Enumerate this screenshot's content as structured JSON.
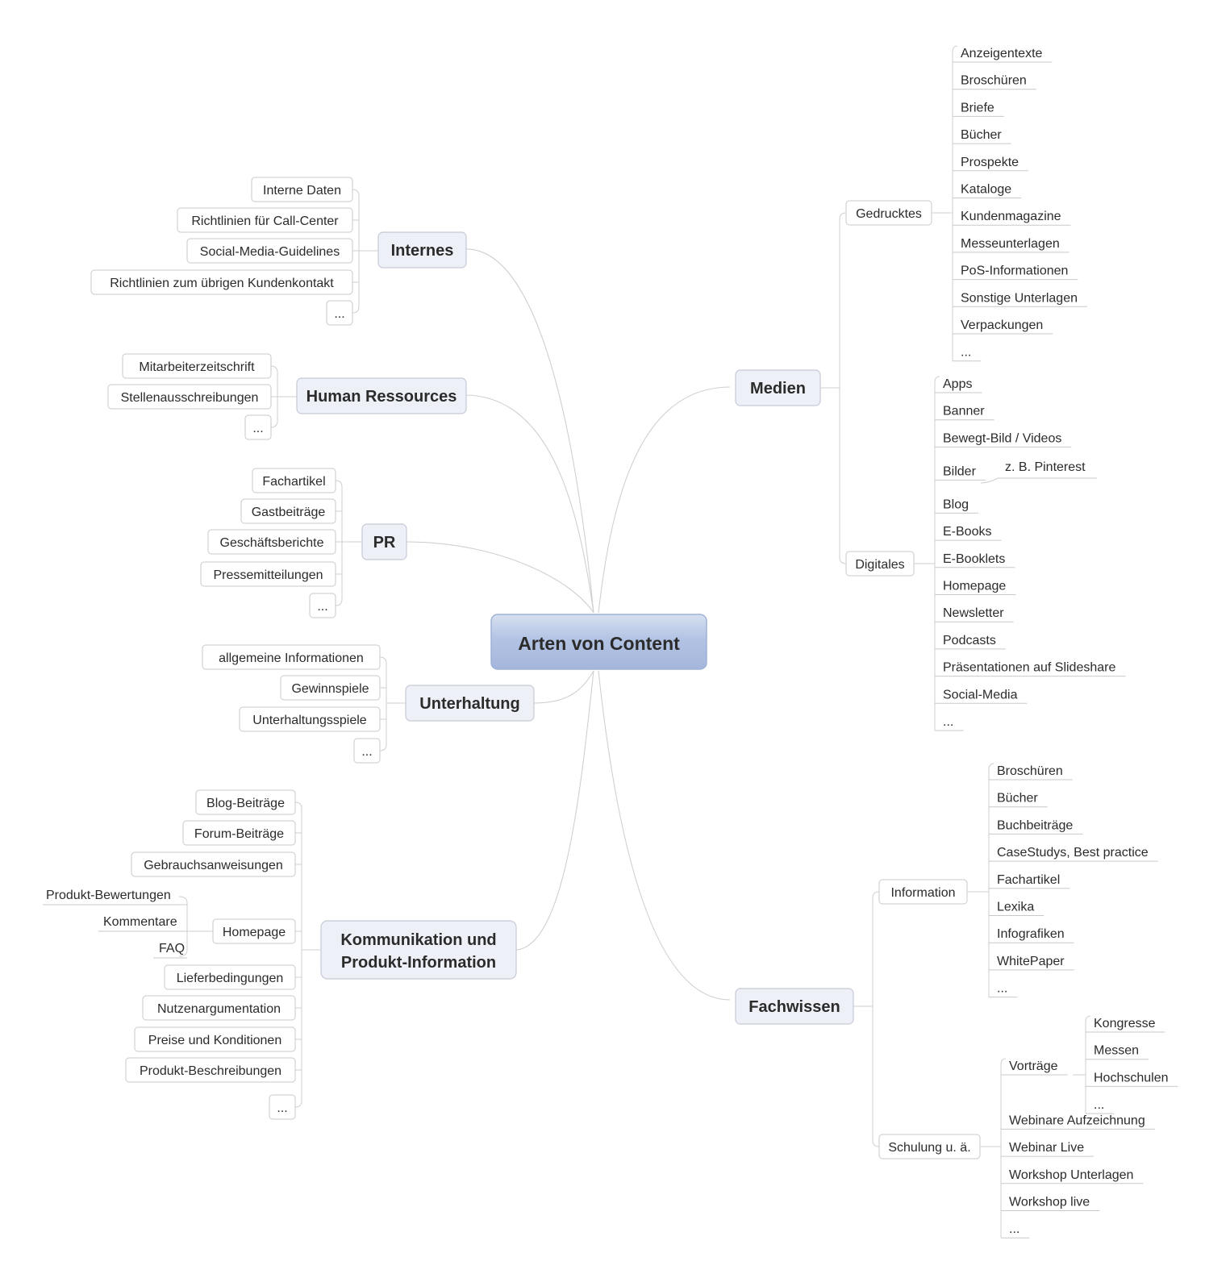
{
  "center": {
    "label": "Arten von Content"
  },
  "left": {
    "internes": {
      "label": "Internes",
      "items": [
        "Interne Daten",
        "Richtlinien für Call-Center",
        "Social-Media-Guidelines",
        "Richtlinien zum übrigen Kundenkontakt",
        "..."
      ]
    },
    "human_ressources": {
      "label": "Human Ressources",
      "items": [
        "Mitarbeiterzeitschrift",
        "Stellenausschreibungen",
        "..."
      ]
    },
    "pr": {
      "label": "PR",
      "items": [
        "Fachartikel",
        "Gastbeiträge",
        "Geschäftsberichte",
        "Pressemitteilungen",
        "..."
      ]
    },
    "unterhaltung": {
      "label": "Unterhaltung",
      "items": [
        "allgemeine Informationen",
        "Gewinnspiele",
        "Unterhaltungsspiele",
        "..."
      ]
    },
    "kommunikation": {
      "label_line1": "Kommunikation und",
      "label_line2": "Produkt-Information",
      "items": [
        "Blog-Beiträge",
        "Forum-Beiträge",
        "Gebrauchsanweisungen",
        "Homepage",
        "Lieferbedingungen",
        "Nutzenargumentation",
        "Preise und Konditionen",
        "Produkt-Beschreibungen",
        "..."
      ],
      "homepage_items": [
        "Produkt-Bewertungen",
        "Kommentare",
        "FAQ"
      ]
    }
  },
  "right": {
    "medien": {
      "label": "Medien",
      "gedrucktes": {
        "label": "Gedrucktes",
        "items": [
          "Anzeigentexte",
          "Broschüren",
          "Briefe",
          "Bücher",
          "Prospekte",
          "Kataloge",
          "Kundenmagazine",
          "Messeunterlagen",
          "PoS-Informationen",
          "Sonstige Unterlagen",
          "Verpackungen",
          "..."
        ]
      },
      "digitales": {
        "label": "Digitales",
        "items": [
          "Apps",
          "Banner",
          "Bewegt-Bild / Videos",
          "Bilder",
          "Blog",
          "E-Books",
          "E-Booklets",
          "Homepage",
          "Newsletter",
          "Podcasts",
          "Präsentationen auf Slideshare",
          "Social-Media",
          "..."
        ],
        "bilder_note": "z. B. Pinterest"
      }
    },
    "fachwissen": {
      "label": "Fachwissen",
      "information": {
        "label": "Information",
        "items": [
          "Broschüren",
          "Bücher",
          "Buchbeiträge",
          "CaseStudys, Best practice",
          "Fachartikel",
          "Lexika",
          "Infografiken",
          "WhitePaper",
          "..."
        ]
      },
      "schulung": {
        "label": "Schulung u. ä.",
        "items": [
          "Vorträge",
          "Webinare Aufzeichnung",
          "Webinar Live",
          "Workshop Unterlagen",
          "Workshop live",
          "..."
        ],
        "vortraege_items": [
          "Kongresse",
          "Messen",
          "Hochschulen",
          "..."
        ]
      }
    }
  }
}
